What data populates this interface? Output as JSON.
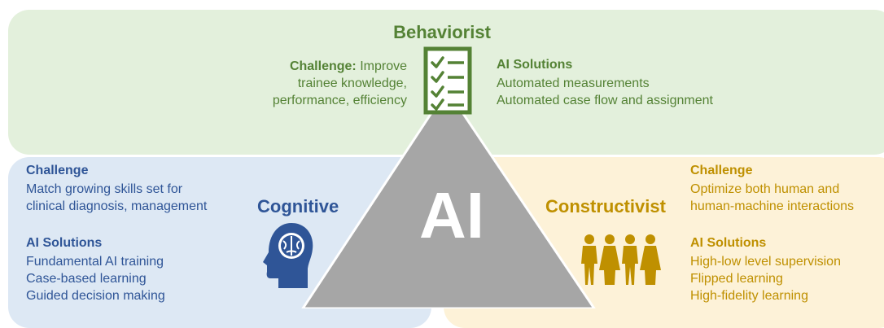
{
  "behaviorist": {
    "title": "Behaviorist",
    "challenge_label": "Challenge:",
    "challenge_lines": [
      "Improve",
      "trainee knowledge,",
      "performance, efficiency"
    ],
    "solutions_title": "AI Solutions",
    "solutions": [
      "Automated measurements",
      "Automated case flow and assignment"
    ],
    "icon": "checklist-icon"
  },
  "cognitive": {
    "title": "Cognitive",
    "challenge_title": "Challenge",
    "challenge_lines": [
      "Match growing skills set for",
      "clinical diagnosis, management"
    ],
    "solutions_title": "AI Solutions",
    "solutions": [
      "Fundamental AI training",
      "Case-based learning",
      "Guided decision making"
    ],
    "icon": "head-brain-icon"
  },
  "constructivist": {
    "title": "Constructivist",
    "challenge_title": "Challenge",
    "challenge_lines": [
      "Optimize both human and",
      "human-machine interactions"
    ],
    "solutions_title": "AI Solutions",
    "solutions": [
      "High-low level supervision",
      "Flipped learning",
      "High-fidelity learning"
    ],
    "icon": "people-group-icon"
  },
  "center": {
    "label": "AI"
  },
  "colors": {
    "green": "#548235",
    "blue": "#2f5597",
    "gold": "#bf9000",
    "triangle": "#a6a6a6",
    "green_bg": "#e3f0dc",
    "blue_bg": "#dde8f4",
    "gold_bg": "#fdf2d8"
  }
}
